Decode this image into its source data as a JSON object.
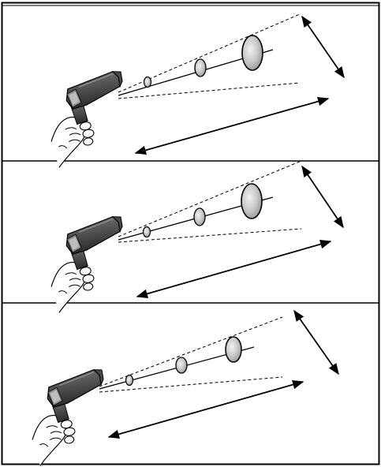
{
  "figure": {
    "panels": [
      {
        "id": "panel-1",
        "spot_count": 3
      },
      {
        "id": "panel-2",
        "spot_count": 3
      },
      {
        "id": "panel-3",
        "spot_count": 3
      }
    ],
    "colors": {
      "frame": "#000000",
      "spot_fill": "#b8b8b8",
      "spot_highlight": "#ececec",
      "device_body": "#3a3a3a",
      "device_screen": "#8a8a8a",
      "background": "#ffffff"
    },
    "icons": [
      "infrared-thermometer-icon",
      "hand-icon",
      "measurement-spot-icon",
      "double-arrow-icon"
    ]
  }
}
